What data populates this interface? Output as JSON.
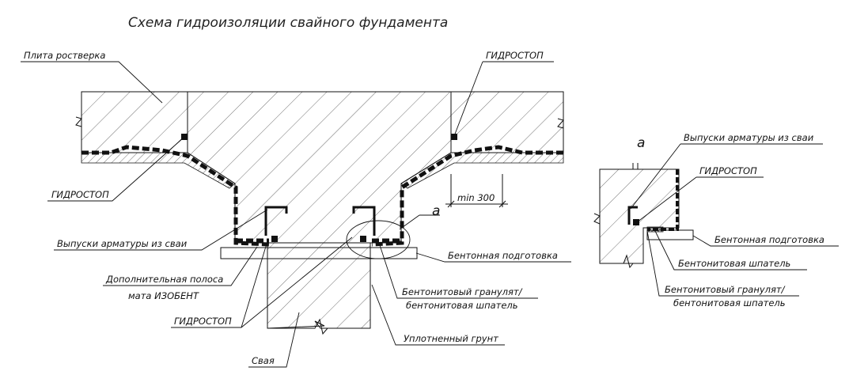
{
  "title": "Схема гидроизоляции свайного фундамента",
  "main": {
    "label_plita": "Плита ростверка",
    "label_gidrostop_top": "ГИДРОСТОП",
    "label_gidrostop_left": "ГИДРОСТОП",
    "label_vypuski": "Выпуски арматуры из сваи",
    "label_dop_polosa_1": "Дополнительная полоса",
    "label_dop_polosa_2": "мата ИЗОБЕНТ",
    "label_gidrostop_bottom": "ГИДРОСТОП",
    "label_svaya": "Свая",
    "label_bent_podg": "Бентонная подготовка",
    "label_granulat_1": "Бентонитовый гранулят/",
    "label_granulat_2": "бентонитовая шпатель",
    "label_uplot": "Уплотненный грунт",
    "label_callout": "а",
    "label_dim": "min 300"
  },
  "detail": {
    "label_a": "а",
    "label_vypuski": "Выпуски арматуры из сваи",
    "label_gidrostop": "ГИДРОСТОП",
    "label_bent_podg": "Бентонная подготовка",
    "label_shpatel": "Бентонитовая шпатель",
    "label_granulat_1": "Бентонитовый гранулят/",
    "label_granulat_2": "бентонитовая шпатель"
  }
}
